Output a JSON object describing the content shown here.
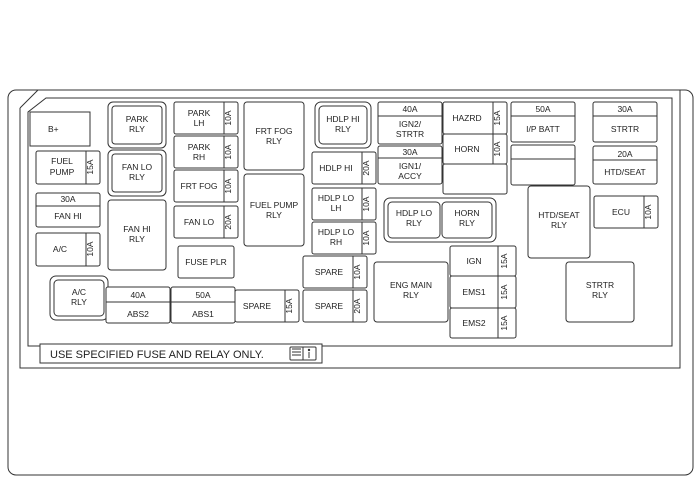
{
  "fuse_box": {
    "note": "USE SPECIFIED FUSE AND RELAY ONLY.",
    "note_icon": "manual-book-icon",
    "battery_terminal": "B+",
    "relays": {
      "park": [
        "PARK",
        "RLY"
      ],
      "fan_lo": [
        "FAN LO",
        "RLY"
      ],
      "fan_hi": [
        "FAN HI",
        "RLY"
      ],
      "frt_fog": [
        "FRT FOG",
        "RLY"
      ],
      "fuel_pump": [
        "FUEL PUMP",
        "RLY"
      ],
      "hdlp_hi": [
        "HDLP HI",
        "RLY"
      ],
      "hdlp_lo": [
        "HDLP LO",
        "RLY"
      ],
      "horn": [
        "HORN",
        "RLY"
      ],
      "htd_seat": [
        "HTD/SEAT",
        "RLY"
      ],
      "strtr": [
        "STRTR",
        "RLY"
      ],
      "ac": [
        "A/C",
        "RLY"
      ],
      "eng_main": [
        "ENG MAIN",
        "RLY"
      ],
      "fuse_plr": "FUSE PLR"
    },
    "fuses": {
      "fuel_pump": {
        "name": [
          "FUEL",
          "PUMP"
        ],
        "amp": "15A"
      },
      "fan_hi": {
        "name": "FAN HI",
        "amp": "30A"
      },
      "ac": {
        "name": "A/C",
        "amp": "10A"
      },
      "park_lh": {
        "name": [
          "PARK",
          "LH"
        ],
        "amp": "10A"
      },
      "park_rh": {
        "name": [
          "PARK",
          "RH"
        ],
        "amp": "10A"
      },
      "frt_fog": {
        "name": "FRT FOG",
        "amp": "10A"
      },
      "fan_lo": {
        "name": "FAN LO",
        "amp": "20A"
      },
      "hdlp_hi": {
        "name": "HDLP HI",
        "amp": "20A"
      },
      "hdlp_lo_lh": {
        "name": [
          "HDLP LO",
          "LH"
        ],
        "amp": "10A"
      },
      "hdlp_lo_rh": {
        "name": [
          "HDLP LO",
          "RH"
        ],
        "amp": "10A"
      },
      "spare_top": {
        "name": "SPARE",
        "amp": "10A"
      },
      "spare_mid": {
        "name": "SPARE",
        "amp": "20A"
      },
      "spare_left": {
        "name": "SPARE",
        "amp": "15A"
      },
      "abs2": {
        "name": "ABS2",
        "amp": "40A"
      },
      "abs1": {
        "name": "ABS1",
        "amp": "50A"
      },
      "ign2_strtr": {
        "name": [
          "IGN2/",
          "STRTR"
        ],
        "amp": "40A"
      },
      "ign1_accy": {
        "name": [
          "IGN1/",
          "ACCY"
        ],
        "amp": "30A"
      },
      "hazrd": {
        "name": "HAZRD",
        "amp": "15A"
      },
      "horn": {
        "name": "HORN",
        "amp": "10A"
      },
      "ip_batt": {
        "name": "I/P BATT",
        "amp": "50A"
      },
      "strtr": {
        "name": "STRTR",
        "amp": "30A"
      },
      "htd_seat": {
        "name": "HTD/SEAT",
        "amp": "20A"
      },
      "ecu": {
        "name": "ECU",
        "amp": "10A"
      },
      "ign": {
        "name": "IGN",
        "amp": "15A"
      },
      "ems1": {
        "name": "EMS1",
        "amp": "15A"
      },
      "ems2": {
        "name": "EMS2",
        "amp": "15A"
      }
    }
  }
}
